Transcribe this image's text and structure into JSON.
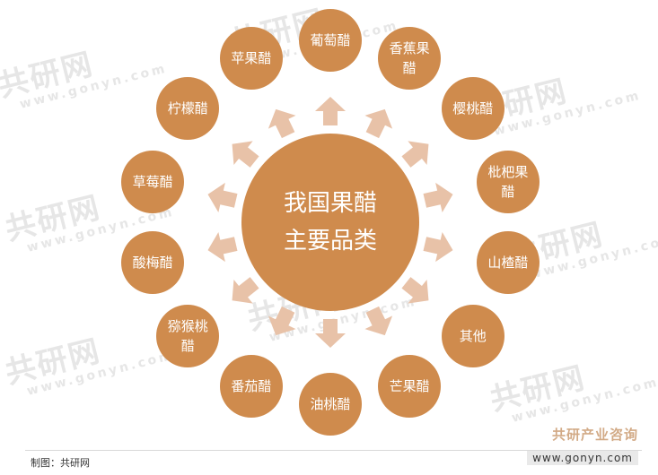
{
  "center": {
    "line1": "我国果醋",
    "line2": "主要品类"
  },
  "items": [
    "葡萄醋",
    "香蕉果醋",
    "樱桃醋",
    "枇杷果醋",
    "山楂醋",
    "其他",
    "芒果醋",
    "油桃醋",
    "番茄醋",
    "猕猴桃醋",
    "酸梅醋",
    "草莓醋",
    "柠檬醋",
    "苹果醋"
  ],
  "footer": {
    "source": "制图：共研网",
    "brand_name": "共研产业咨询",
    "brand_url": "www.gonyn.com"
  },
  "watermark": {
    "text": "共研网",
    "url": "www.gonyn.com"
  },
  "colors": {
    "circle": "#cf8b4d",
    "arrow": "#e8c2a8",
    "text": "#ffffff"
  }
}
